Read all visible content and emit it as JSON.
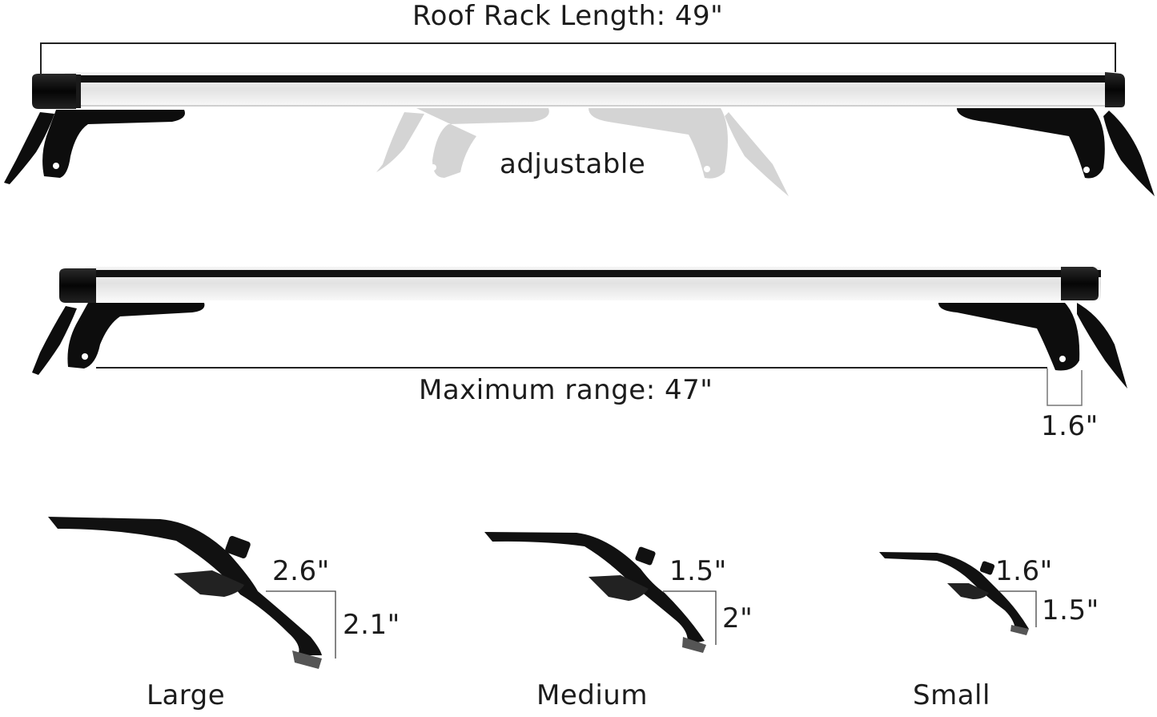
{
  "top_bar": {
    "length_label": "Roof Rack Length: 49\"",
    "adjustable_label": "adjustable"
  },
  "bottom_bar": {
    "range_label": "Maximum range: 47\"",
    "foot_width_label": "1.6\""
  },
  "clamps": [
    {
      "size": "Large",
      "width_label": "2.6\"",
      "height_label": "2.1\""
    },
    {
      "size": "Medium",
      "width_label": "1.5\"",
      "height_label": "2\""
    },
    {
      "size": "Small",
      "width_label": "1.6\"",
      "height_label": "1.5\""
    }
  ],
  "colors": {
    "bar_silver": "#e6e6e6",
    "bar_stripe": "#111111",
    "foot_black": "#0d0d0d",
    "ghost_foot": "#cfcfcf",
    "dimension_line": "#222222"
  }
}
